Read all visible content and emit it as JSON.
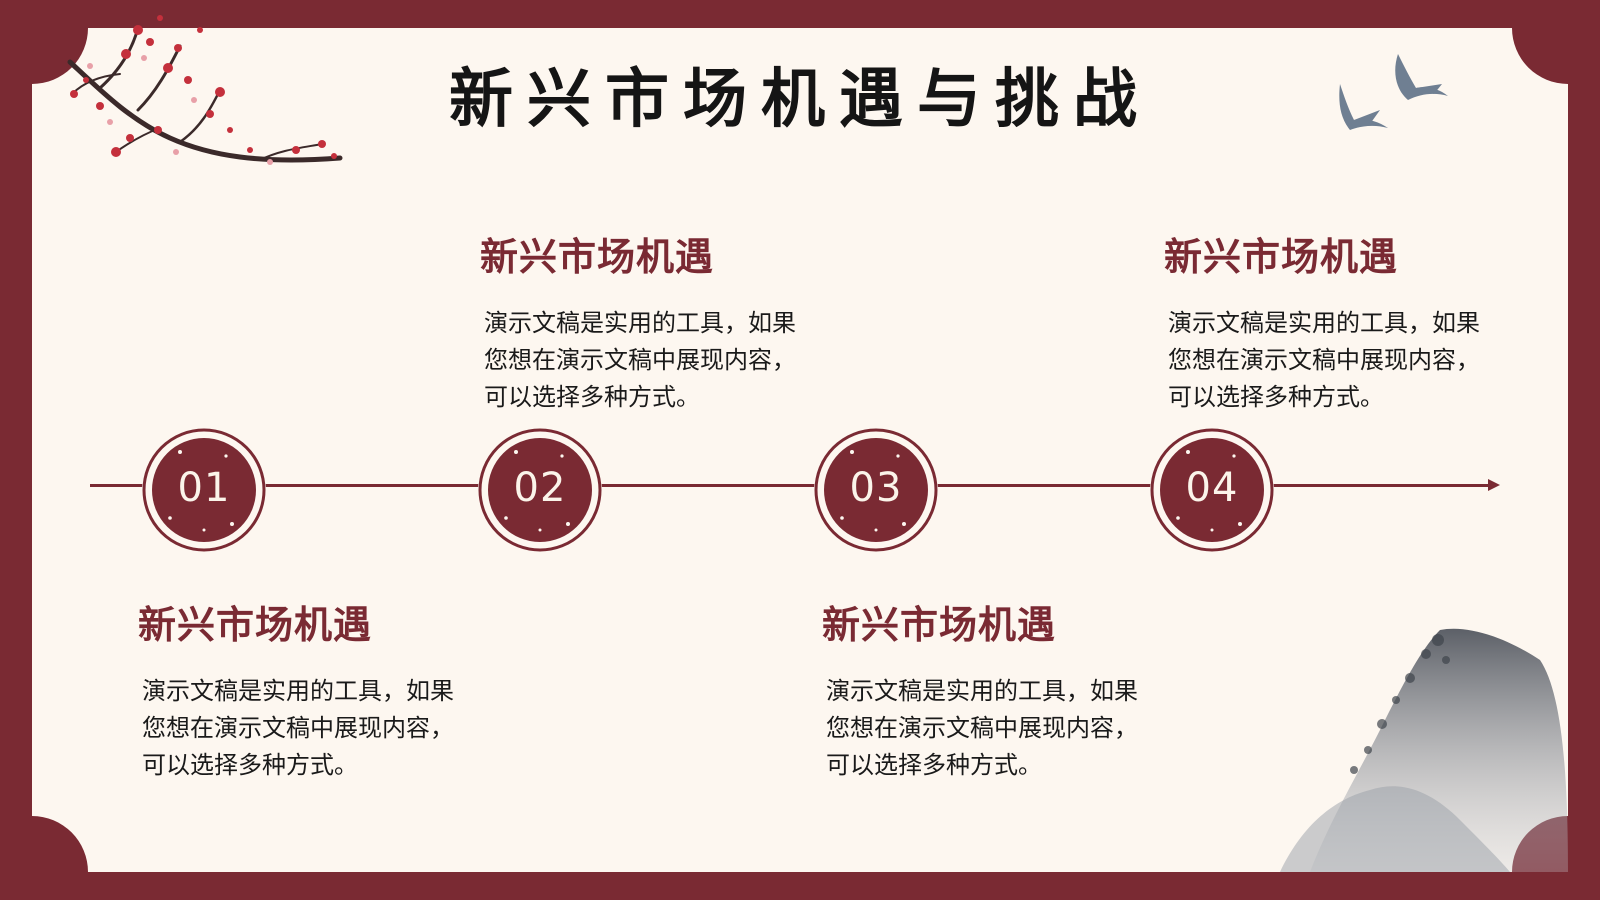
{
  "title": "新兴市场机遇与挑战",
  "steps": [
    {
      "number": "01",
      "heading": "新兴市场机遇",
      "body": "演示文稿是实用的工具，如果您想在演示文稿中展现内容，可以选择多种方式。"
    },
    {
      "number": "02",
      "heading": "新兴市场机遇",
      "body": "演示文稿是实用的工具，如果您想在演示文稿中展现内容，可以选择多种方式。"
    },
    {
      "number": "03",
      "heading": "新兴市场机遇",
      "body": "演示文稿是实用的工具，如果您想在演示文稿中展现内容，可以选择多种方式。"
    },
    {
      "number": "04",
      "heading": "新兴市场机遇",
      "body": "演示文稿是实用的工具，如果您想在演示文稿中展现内容，可以选择多种方式。"
    }
  ],
  "colors": {
    "frame": "#7a2a33",
    "paper": "#fdf7f0",
    "accent": "#7a2a33",
    "text": "#1a1a1a"
  },
  "icons": [
    "plum-blossom-branch",
    "swallows-icon",
    "ink-mountain"
  ]
}
